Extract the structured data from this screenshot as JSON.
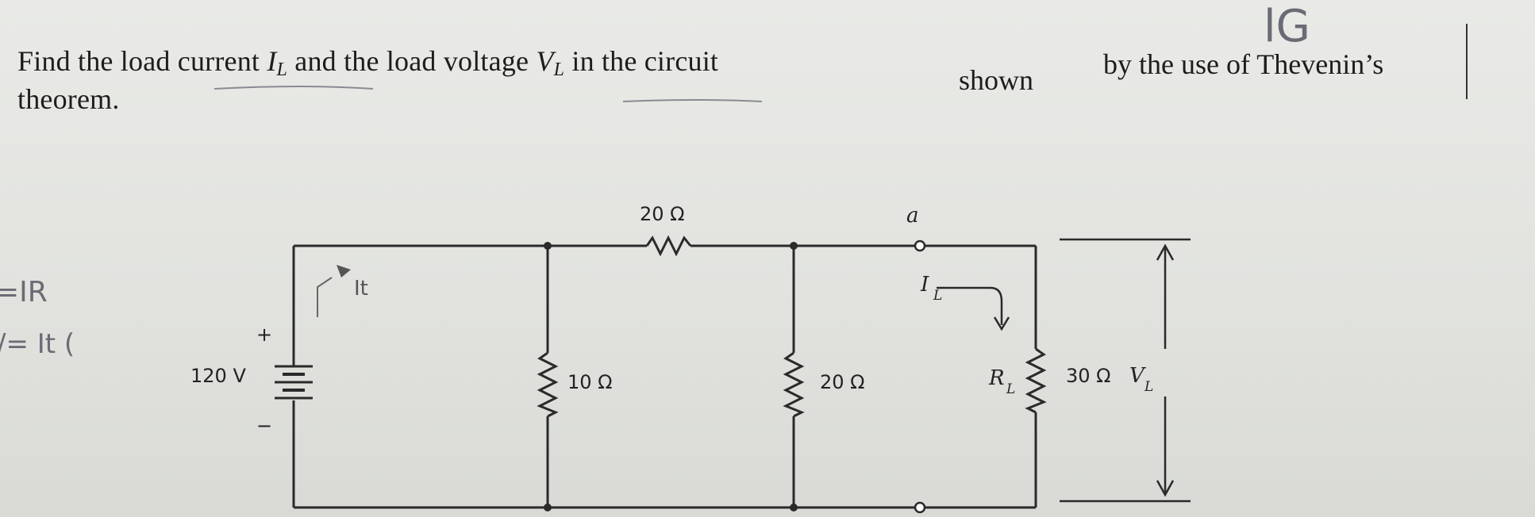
{
  "problem": {
    "line1_a": "Find the load current ",
    "var_I": "I",
    "sub_L": "L",
    "line1_b": " and the load voltage ",
    "var_V": "V",
    "line1_c": " in the circuit",
    "shown": "shown",
    "line1_d": "by the use of Thevenin’s",
    "line2": "theorem."
  },
  "handwriting": {
    "top_right_mark": "lG",
    "left_note_1": "=IR",
    "left_note_2": "/= It (",
    "loop_label": "It"
  },
  "circuit": {
    "source_label": "120 V",
    "source_plus": "+",
    "source_minus": "−",
    "top_resistor": "20 Ω",
    "r1_label": "10 Ω",
    "r2_label": "20 Ω",
    "node_a": "a",
    "load_current_symbol": "I",
    "load_current_sub": "L",
    "load_resistor_symbol": "R",
    "load_resistor_sub": "L",
    "load_resistor_value": "30 Ω",
    "load_voltage_symbol": "V",
    "load_voltage_sub": "L"
  }
}
